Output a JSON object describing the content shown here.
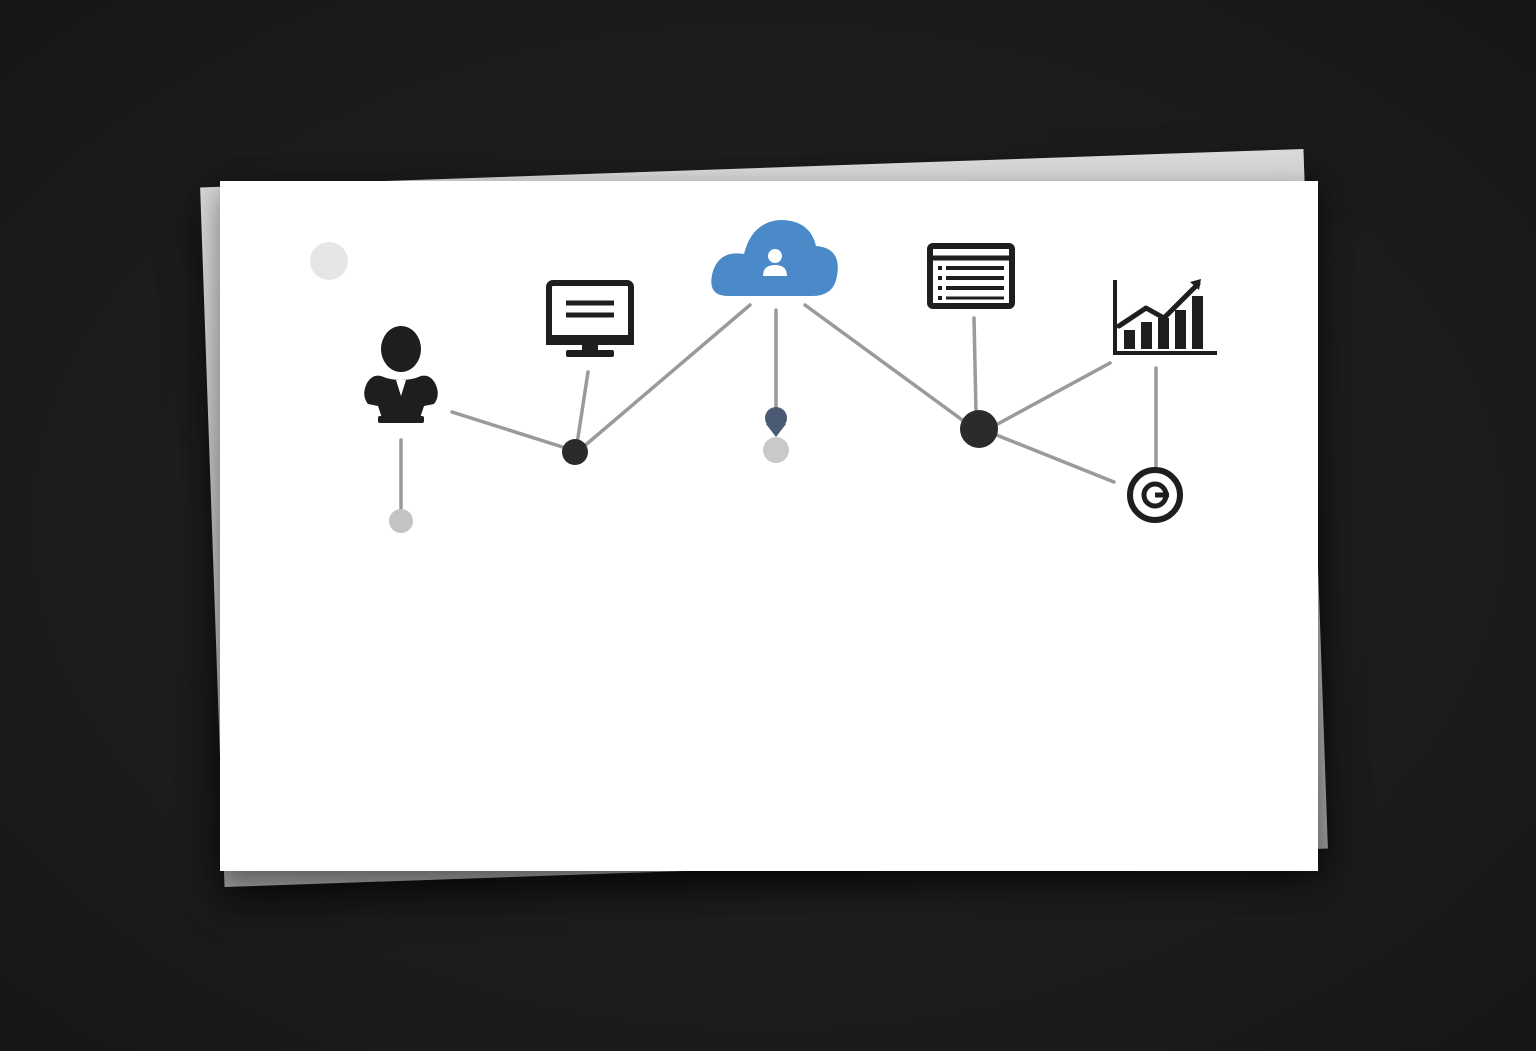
{
  "diagram": {
    "nodes": [
      {
        "id": "person",
        "icon": "person-icon"
      },
      {
        "id": "monitor",
        "icon": "monitor-icon"
      },
      {
        "id": "cloud",
        "icon": "cloud-user-icon"
      },
      {
        "id": "document",
        "icon": "document-icon"
      },
      {
        "id": "chart",
        "icon": "bar-chart-icon"
      },
      {
        "id": "target",
        "icon": "target-icon"
      }
    ],
    "colors": {
      "accent": "#4a8ac9",
      "icon": "#1e1e1e",
      "line": "#9a9a9a",
      "junction": "#2b2b2b",
      "muted_dot": "#c4c4c4",
      "background": "#1d1d1d",
      "sheet": "#ffffff"
    }
  }
}
